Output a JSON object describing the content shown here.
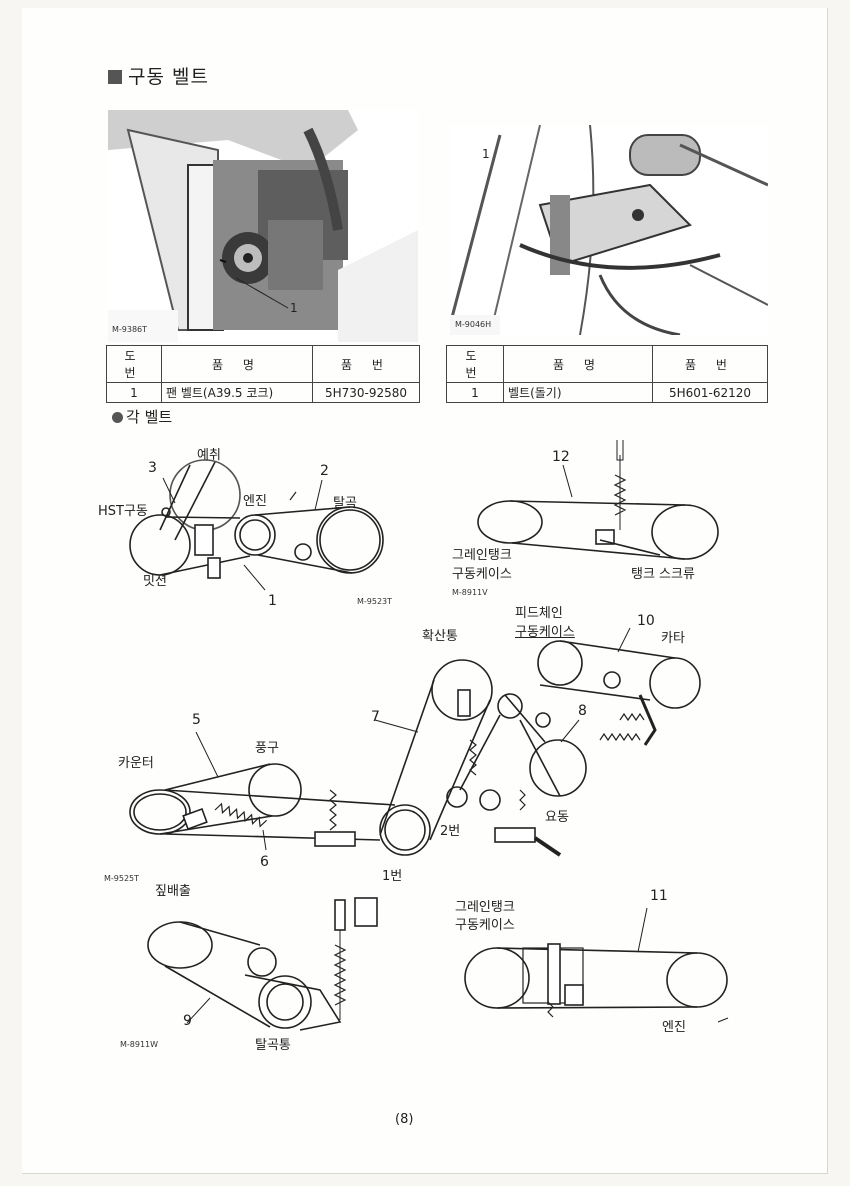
{
  "title": "구동 벨트",
  "photos": [
    {
      "code": "M-9386T",
      "callout": "1"
    },
    {
      "code": "M-9046H",
      "callout": "1"
    }
  ],
  "tables": [
    {
      "headers": [
        "도 번",
        "품 명",
        "품 번"
      ],
      "row": [
        "1",
        "팬 벨트(A39.5 코크)",
        "5H730-92580"
      ]
    },
    {
      "headers": [
        "도 번",
        "품 명",
        "품 번"
      ],
      "row": [
        "1",
        "벨트(돌기)",
        "5H601-62120"
      ]
    }
  ],
  "subtitle": "각 벨트",
  "diagrams": {
    "top_left": {
      "labels": {
        "yechwi": "예취",
        "hst": "HST구동",
        "engine": "엔진",
        "talgok": "탈곡",
        "mission": "밋션"
      },
      "callouts": {
        "c3": "3",
        "c2": "2",
        "c1": "1"
      },
      "code": "M-9523T"
    },
    "top_right": {
      "labels": {
        "grain_tank": "그레인탱크",
        "drive_case": "구동케이스",
        "tank_screw": "탱크 스크류"
      },
      "callouts": {
        "c12": "12"
      },
      "code": "M-8911V"
    },
    "middle": {
      "labels": {
        "feed_chain": "피드체인",
        "feed_case": "구동케이스",
        "spread": "확산통",
        "cutter": "카타",
        "counter": "카운터",
        "fan": "풍구",
        "no2": "2번",
        "no1": "1번",
        "shake": "요동"
      },
      "callouts": {
        "c10": "10",
        "c7": "7",
        "c8": "8",
        "c5": "5",
        "c6": "6"
      },
      "code": "M-9525T"
    },
    "bottom_left": {
      "labels": {
        "straw": "짚배출",
        "thresh_drum": "탈곡통"
      },
      "callouts": {
        "c9": "9"
      },
      "code": "M-8911W"
    },
    "bottom_right": {
      "labels": {
        "grain_tank": "그레인탱크",
        "drive_case": "구동케이스",
        "engine": "엔진"
      },
      "callouts": {
        "c11": "11"
      }
    }
  },
  "page_number": "(8)"
}
